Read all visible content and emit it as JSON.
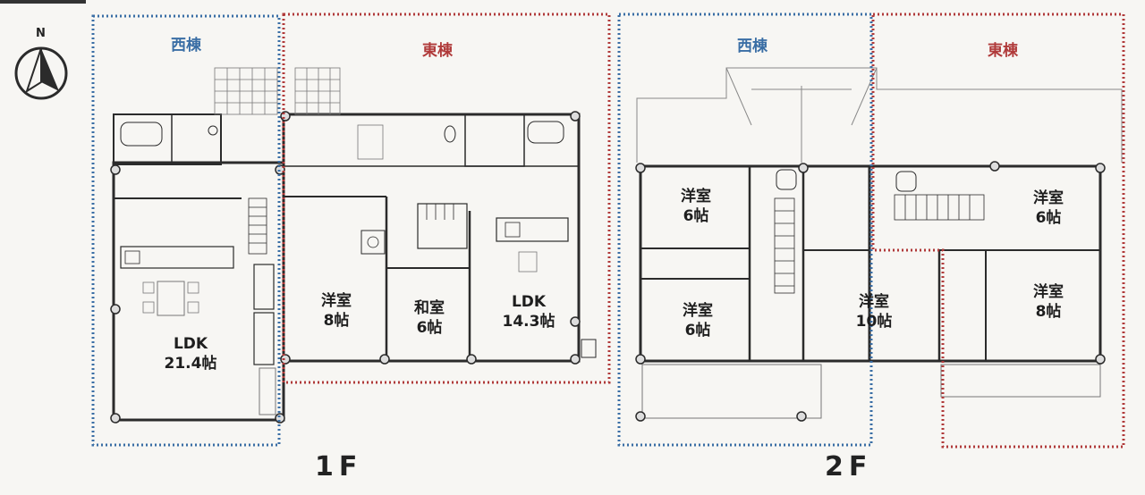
{
  "compass": {
    "label": "N"
  },
  "floor1": {
    "floor_label": "1F",
    "west_wing": "西棟",
    "east_wing": "東棟",
    "rooms": {
      "west_ldk": {
        "name": "LDK",
        "size": "21.4帖"
      },
      "yoshitsu8": {
        "name": "洋室",
        "size": "8帖"
      },
      "washitsu6": {
        "name": "和室",
        "size": "6帖"
      },
      "east_ldk": {
        "name": "LDK",
        "size": "14.3帖"
      }
    }
  },
  "floor2": {
    "floor_label": "2F",
    "west_wing": "西棟",
    "east_wing": "東棟",
    "rooms": {
      "w_top": {
        "name": "洋室",
        "size": "6帖"
      },
      "w_bottom": {
        "name": "洋室",
        "size": "6帖"
      },
      "w_large": {
        "name": "洋室",
        "size": "10帖"
      },
      "e_top": {
        "name": "洋室",
        "size": "6帖"
      },
      "e_bottom": {
        "name": "洋室",
        "size": "8帖"
      }
    }
  },
  "colors": {
    "west_frame": "#3a6ea5",
    "east_frame": "#b03a3a",
    "wall": "#2b2b2b",
    "faint_line": "#8a8a8a"
  }
}
